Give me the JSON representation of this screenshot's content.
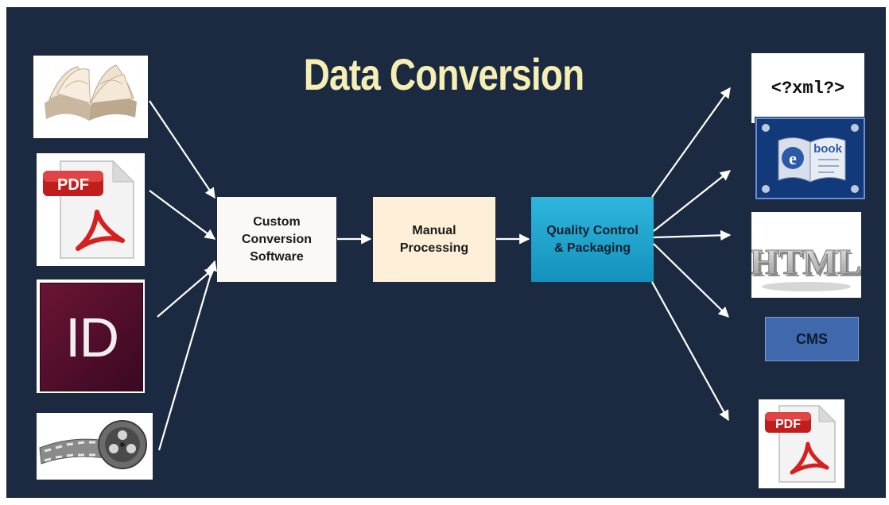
{
  "title": "Data Conversion",
  "inputs": [
    {
      "name": "book",
      "icon": "open-book-icon"
    },
    {
      "name": "pdf",
      "icon": "pdf-document-icon",
      "label": "PDF"
    },
    {
      "name": "indesign",
      "icon": "indesign-icon",
      "label": "ID"
    },
    {
      "name": "film",
      "icon": "film-reel-icon"
    }
  ],
  "process": [
    {
      "label": "Custom\nConversion\nSoftware"
    },
    {
      "label": "Manual\nProcessing"
    },
    {
      "label": "Quality Control\n& Packaging"
    }
  ],
  "outputs": [
    {
      "name": "xml",
      "icon": "xml-icon",
      "label": "<?xml?>"
    },
    {
      "name": "ebook",
      "icon": "ebook-icon",
      "label": "book"
    },
    {
      "name": "html",
      "icon": "html-3d-letters-icon",
      "label": "HTML"
    },
    {
      "name": "cms",
      "label": "CMS"
    },
    {
      "name": "pdf",
      "icon": "pdf-document-icon",
      "label": "PDF"
    }
  ],
  "colors": {
    "background": "#1c2a41",
    "title": "#f5efb4",
    "custom_box": "#faf9f6",
    "manual_box": "#fdefd8",
    "qc_box": "#1fa3cc",
    "cms_box": "#3f68ad",
    "arrow": "#ffffff"
  }
}
